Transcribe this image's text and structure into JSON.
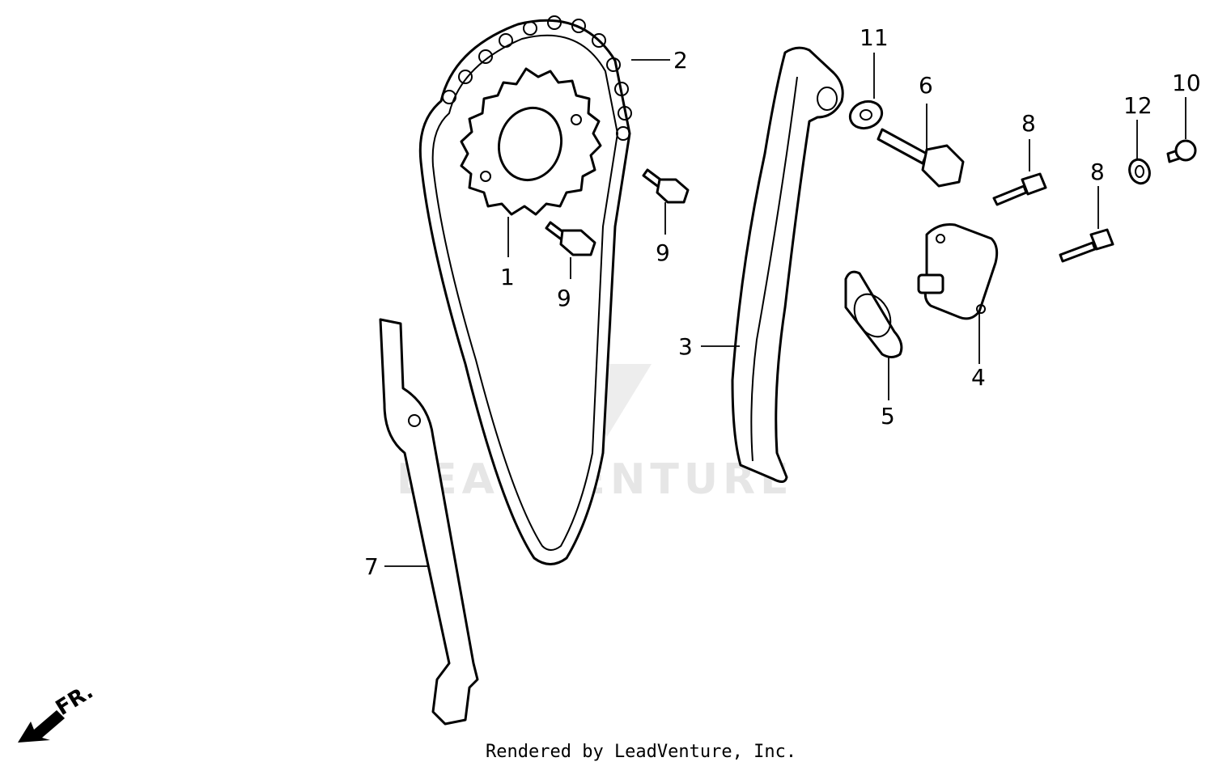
{
  "diagram": {
    "callouts": [
      {
        "id": "c1",
        "text": "1"
      },
      {
        "id": "c2",
        "text": "2"
      },
      {
        "id": "c3",
        "text": "3"
      },
      {
        "id": "c4",
        "text": "4"
      },
      {
        "id": "c5",
        "text": "5"
      },
      {
        "id": "c6",
        "text": "6"
      },
      {
        "id": "c7",
        "text": "7"
      },
      {
        "id": "c8a",
        "text": "8"
      },
      {
        "id": "c8b",
        "text": "8"
      },
      {
        "id": "c9a",
        "text": "9"
      },
      {
        "id": "c9b",
        "text": "9"
      },
      {
        "id": "c10",
        "text": "10"
      },
      {
        "id": "c11",
        "text": "11"
      },
      {
        "id": "c12",
        "text": "12"
      }
    ],
    "direction_label": "FR.",
    "watermark": "LEADVENTURE",
    "credit": "Rendered by LeadVenture, Inc."
  },
  "colors": {
    "line": "#000000",
    "background": "#ffffff",
    "watermark": "#e6e6e6"
  }
}
